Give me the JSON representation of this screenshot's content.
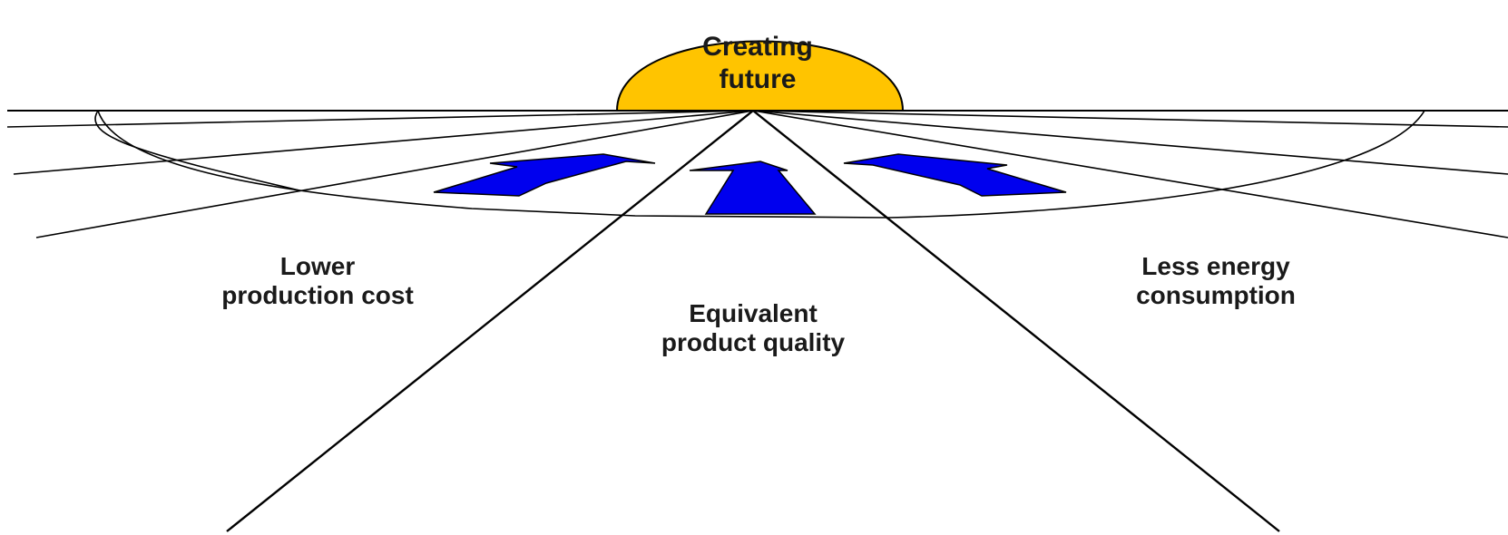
{
  "diagram": {
    "sun_label_line1": "Creating",
    "sun_label_line2": "future",
    "left_label_line1": "Lower",
    "left_label_line2": "production cost",
    "center_label_line1": "Equivalent",
    "center_label_line2": "product quality",
    "right_label_line1": "Less energy",
    "right_label_line2": "consumption"
  },
  "colors": {
    "sun": "#ffc400",
    "arrows": "#0000ee",
    "lines": "#000000"
  }
}
